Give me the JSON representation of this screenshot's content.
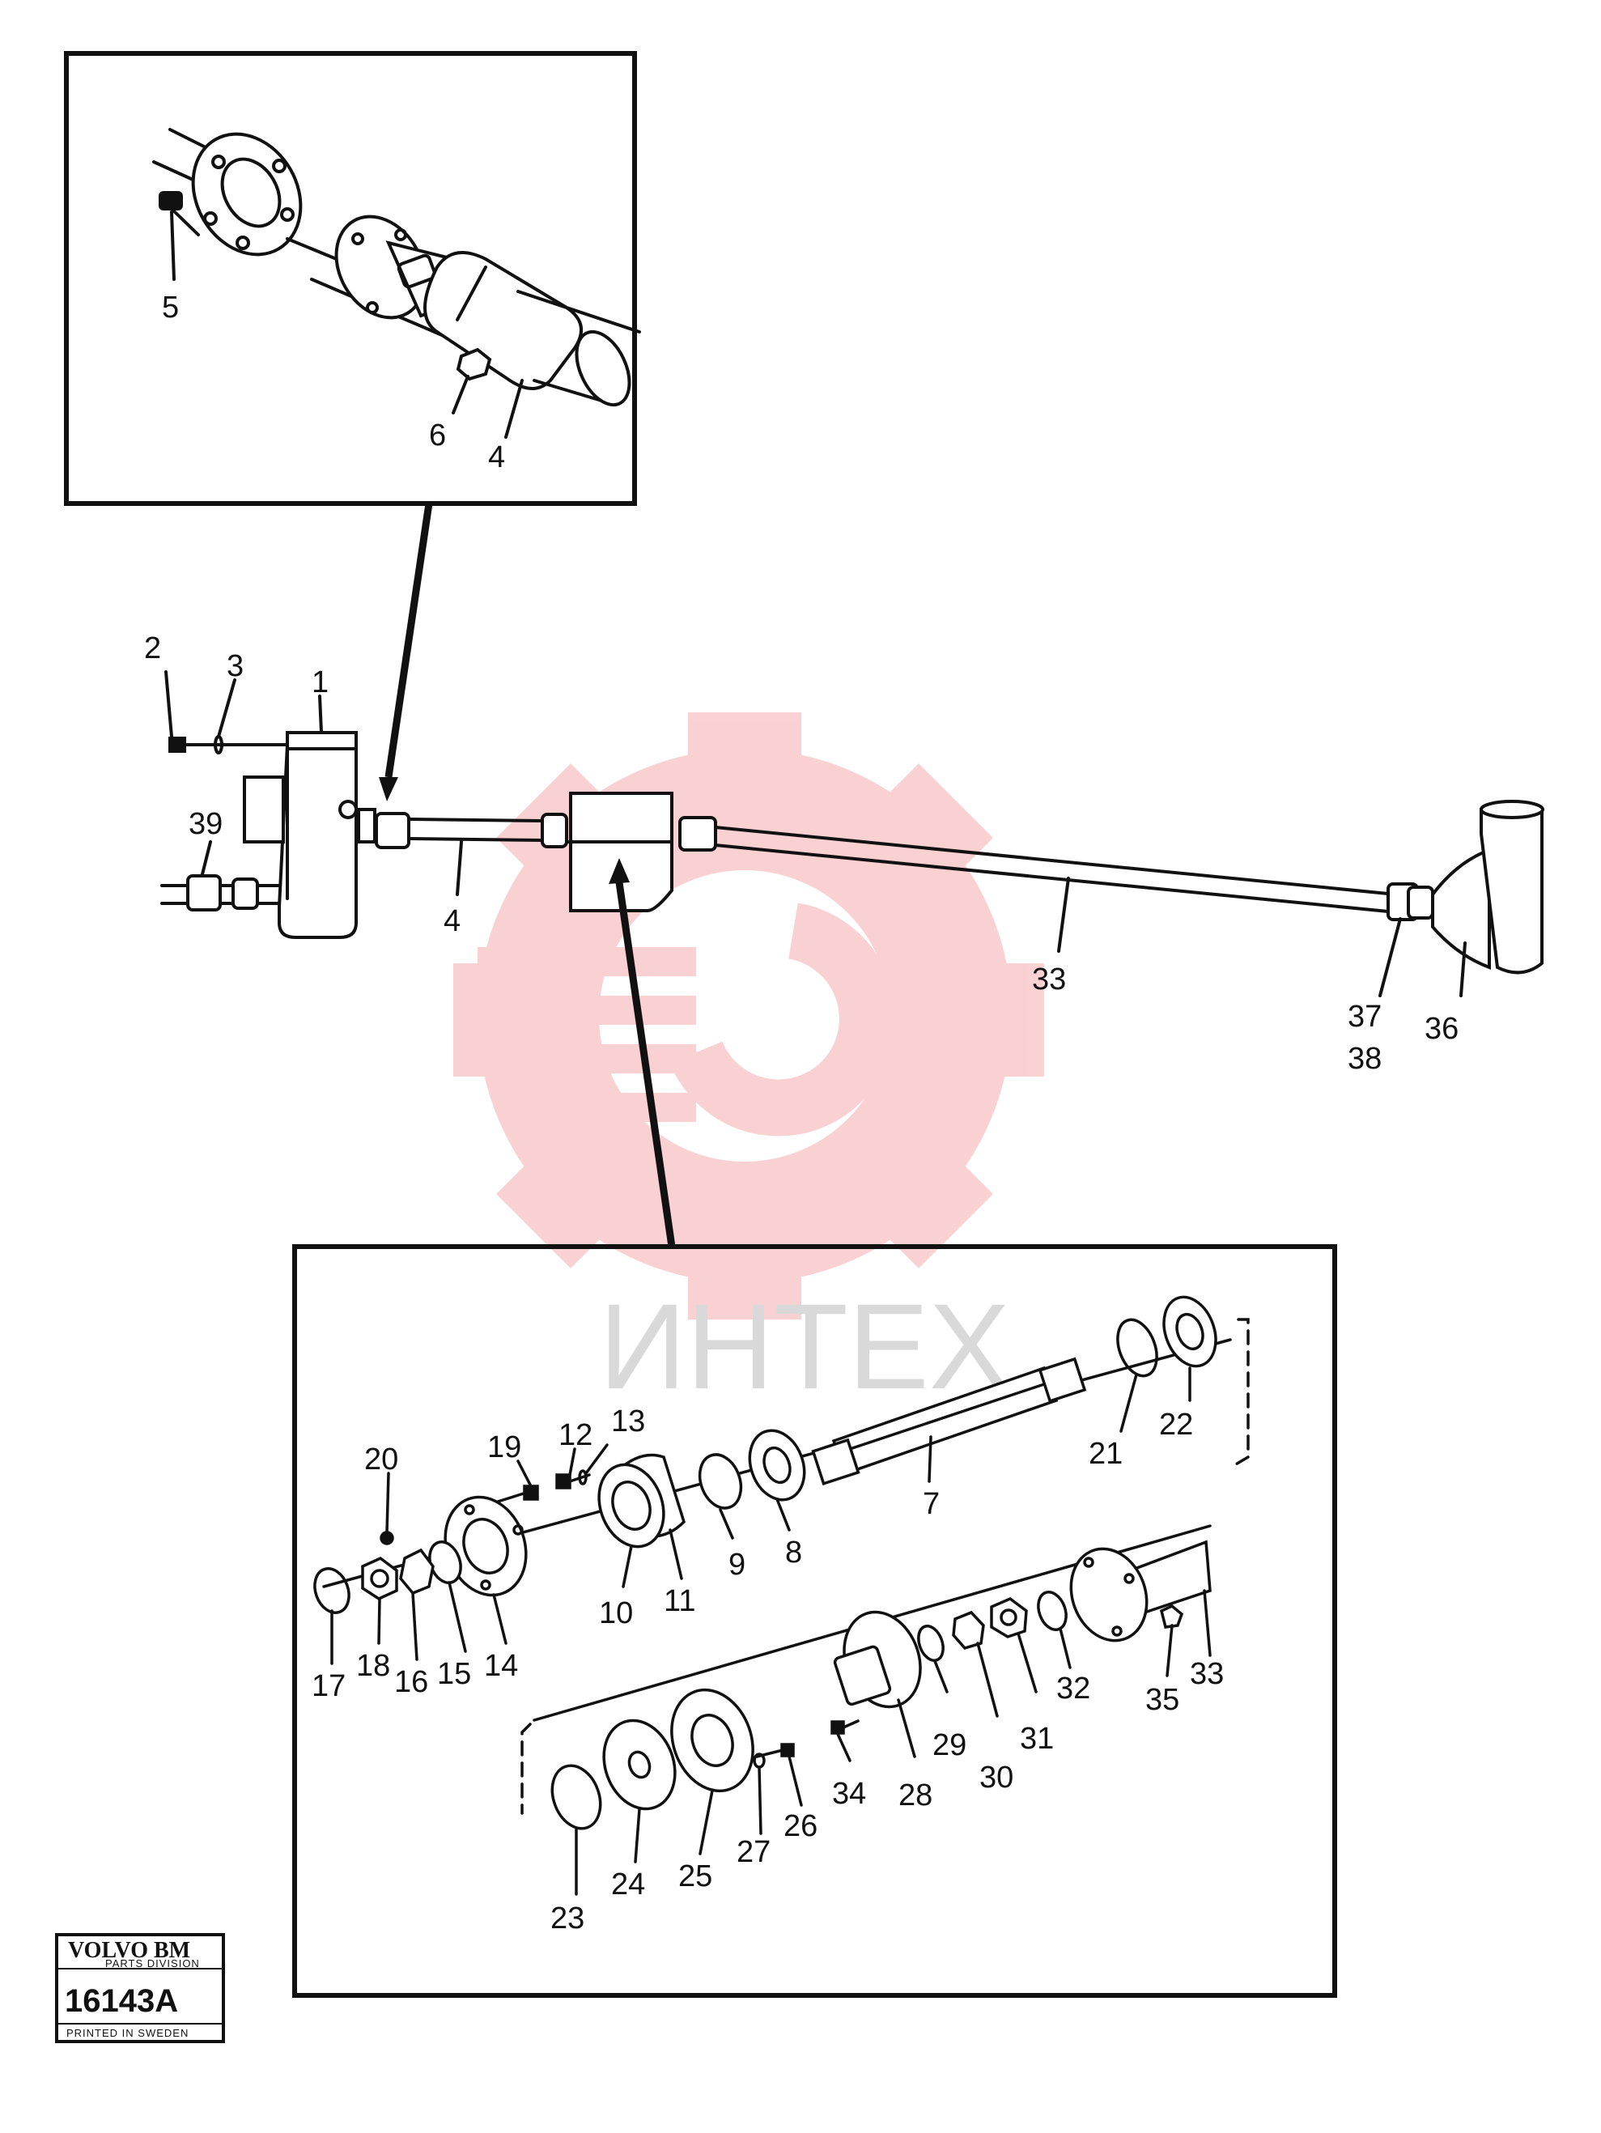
{
  "diagram": {
    "callouts": {
      "p1": "1",
      "p2": "2",
      "p3": "3",
      "p4a": "4",
      "p4b": "4",
      "p5": "5",
      "p6": "6",
      "p7": "7",
      "p8": "8",
      "p9": "9",
      "p10": "10",
      "p11": "11",
      "p12": "12",
      "p13": "13",
      "p14": "14",
      "p15": "15",
      "p16": "16",
      "p17": "17",
      "p18": "18",
      "p19": "19",
      "p20": "20",
      "p21": "21",
      "p22": "22",
      "p23": "23",
      "p24": "24",
      "p25": "25",
      "p26": "26",
      "p27": "27",
      "p28": "28",
      "p29": "29",
      "p30": "30",
      "p31": "31",
      "p32": "32",
      "p33a": "33",
      "p33b": "33",
      "p34": "34",
      "p35": "35",
      "p36": "36",
      "p37": "37",
      "p38": "38",
      "p39": "39"
    }
  },
  "stamp": {
    "brand": "VOLVO BM",
    "division": "PARTS DIVISION",
    "code": "16143A",
    "origin": "PRINTED IN SWEDEN"
  },
  "watermark": {
    "text": "ИНТЕХ",
    "color": "#e8333a"
  }
}
